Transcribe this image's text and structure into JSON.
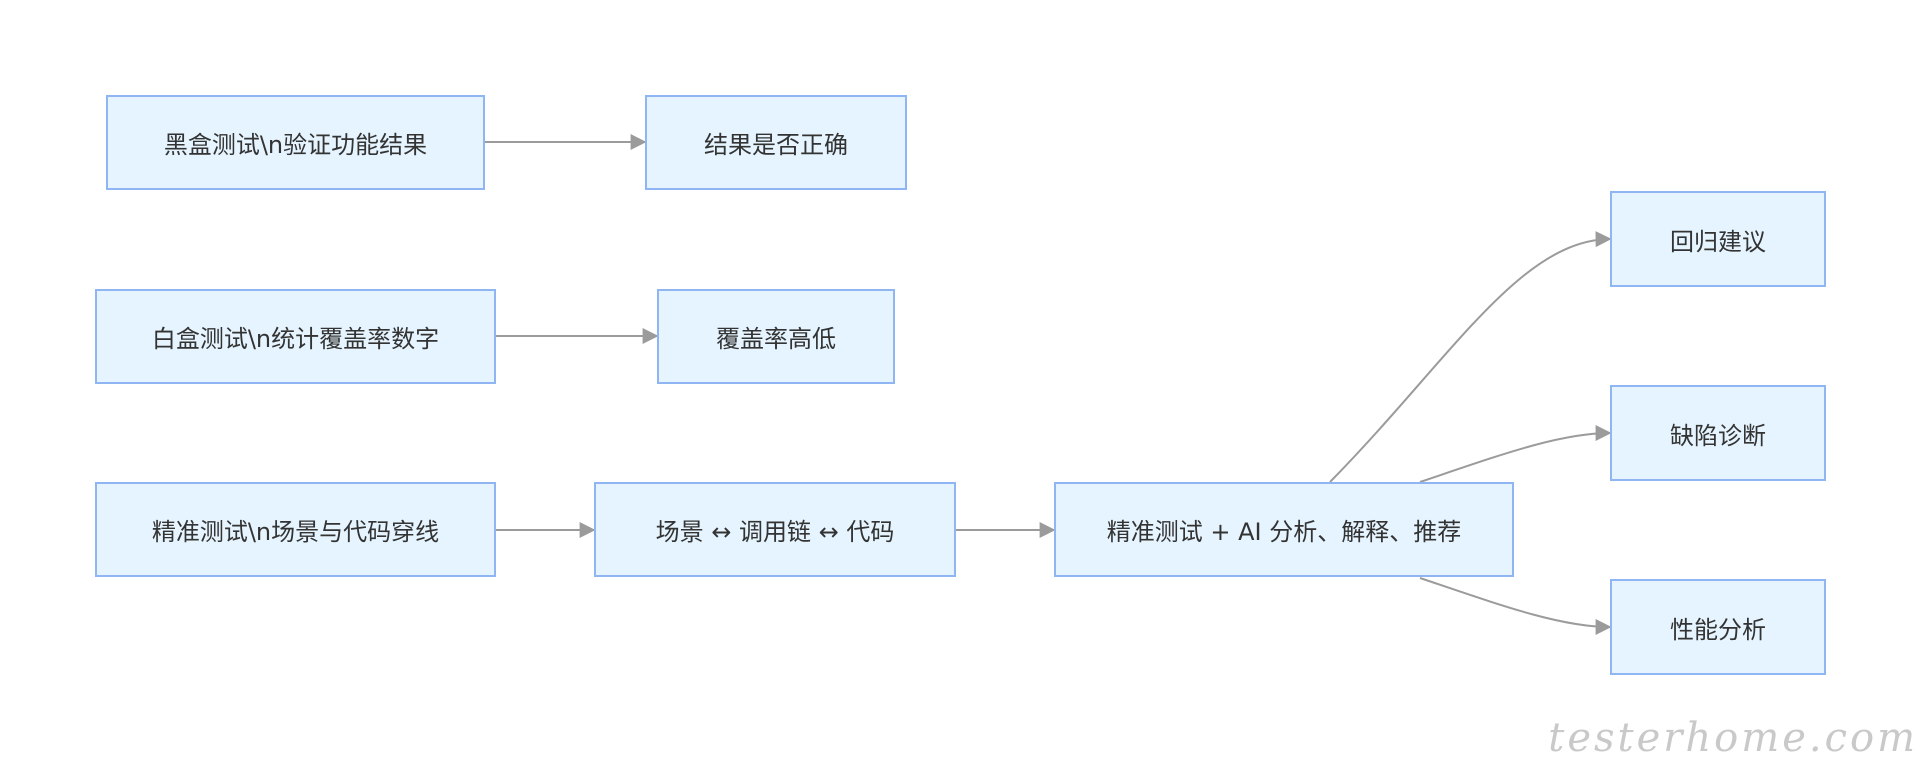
{
  "diagram": {
    "nodes": {
      "blackbox": "黑盒测试\\n验证功能结果",
      "result_correct": "结果是否正确",
      "whitebox": "白盒测试\\n统计覆盖率数字",
      "coverage_level": "覆盖率高低",
      "precision": "精准测试\\n场景与代码穿线",
      "chain": "场景 ↔ 调用链 ↔ 代码",
      "precision_ai": "精准测试 + AI 分析、解释、推荐",
      "regression": "回归建议",
      "defect": "缺陷诊断",
      "performance": "性能分析"
    }
  },
  "watermark": "testerhome.com",
  "colors": {
    "node_fill": "#e5f4fe",
    "node_border": "#8fb5f3",
    "edge": "#9b9b9b",
    "text": "#333333"
  }
}
